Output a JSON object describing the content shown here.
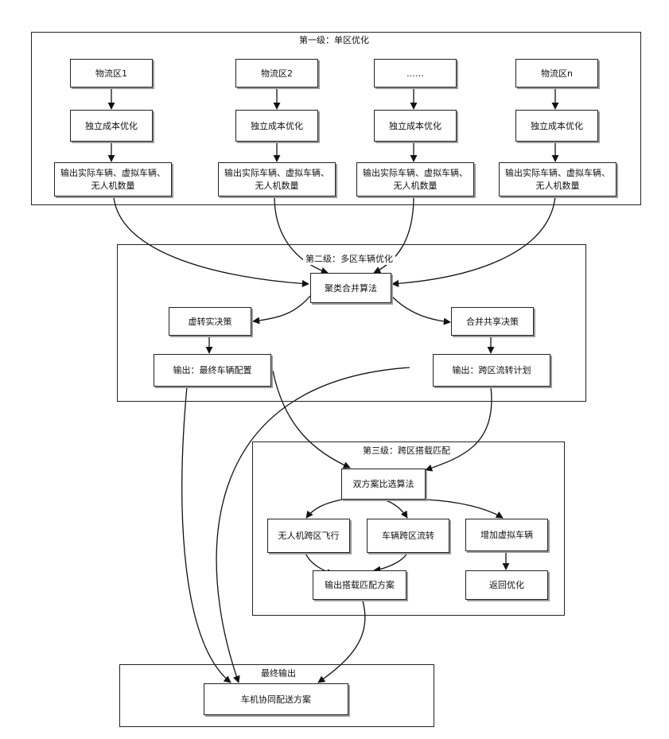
{
  "level1": {
    "title": "第一级：单区优化",
    "zones": [
      "物流区1",
      "物流区2",
      "……",
      "物流区n"
    ],
    "optimize_label": "独立成本优化",
    "output_labels": [
      "输出实际车辆、虚拟车辆、无人机数量",
      "输出实际车辆、虚拟车辆、无人机数量",
      "输出实际车辆、虚拟车辆、无人机数量",
      "输出实际车辆、虚拟车辆、无人机数量"
    ]
  },
  "level2": {
    "title": "第二级：多区车辆优化",
    "merge_algorithm": "聚类合并算法",
    "virtual_decision": "虚转实决策",
    "merge_decision": "合并共享决策",
    "output_config": "输出：最终车辆配置",
    "output_plan": "输出：跨区流转计划"
  },
  "level3": {
    "title": "第三级：跨区搭载匹配",
    "algorithm": "双方案比选算法",
    "drone_flight": "无人机跨区飞行",
    "vehicle_transfer": "车辆跨区流转",
    "add_virtual": "增加虚拟车辆",
    "output_match": "输出搭载匹配方案",
    "return_optimize": "返回优化"
  },
  "final": {
    "title": "最终输出",
    "plan": "车机协同配送方案"
  }
}
